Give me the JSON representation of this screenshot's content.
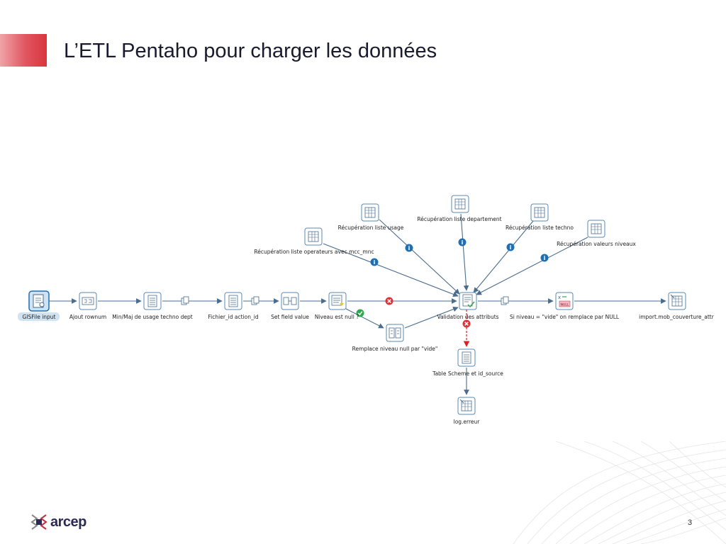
{
  "slide": {
    "title": "L’ETL Pentaho pour charger les données",
    "page_number": "3",
    "logo_text": "arcep"
  },
  "diagram": {
    "steps": [
      {
        "id": "gisfile",
        "label": "GISFile input",
        "icon": "file-input-icon",
        "selected": true
      },
      {
        "id": "ajout",
        "label": "Ajout rownum",
        "icon": "sequence-icon"
      },
      {
        "id": "minmaj",
        "label": "Min/Maj de usage techno dept",
        "icon": "calculator-icon"
      },
      {
        "id": "fichier",
        "label": "Fichier_id action_id",
        "icon": "calculator-icon"
      },
      {
        "id": "setfield",
        "label": "Set field value",
        "icon": "set-field-icon"
      },
      {
        "id": "niveau",
        "label": "Niveau est null ?",
        "icon": "filter-rows-icon"
      },
      {
        "id": "remplace",
        "label": "Remplace niveau null par \"vide\"",
        "icon": "replace-icon"
      },
      {
        "id": "validation",
        "label": "Validation des attributs",
        "icon": "validator-icon"
      },
      {
        "id": "sinull",
        "label": "Si niveau = \"vide\" on remplace par NULL",
        "icon": "null-if-icon"
      },
      {
        "id": "import",
        "label": "import.mob_couverture_attr",
        "icon": "table-output-icon"
      },
      {
        "id": "tablescheme",
        "label": "Table Scheme et id_source",
        "icon": "calculator-icon"
      },
      {
        "id": "logerreur",
        "label": "log.erreur",
        "icon": "table-output-icon"
      },
      {
        "id": "recopera",
        "label": "Récupération liste operateurs avec mcc_mnc",
        "icon": "table-input-icon"
      },
      {
        "id": "recusage",
        "label": "Récupération liste usage",
        "icon": "table-input-icon"
      },
      {
        "id": "recdept",
        "label": "Récupération liste departement",
        "icon": "table-input-icon"
      },
      {
        "id": "rectechno",
        "label": "Récupération liste techno",
        "icon": "table-input-icon"
      },
      {
        "id": "recniv",
        "label": "Récupération valeurs niveaux",
        "icon": "table-input-icon"
      }
    ],
    "hops": [
      {
        "from": "gisfile",
        "to": "ajout"
      },
      {
        "from": "ajout",
        "to": "minmaj"
      },
      {
        "from": "minmaj",
        "to": "fichier",
        "marker": "copy-icon"
      },
      {
        "from": "fichier",
        "to": "setfield",
        "marker": "copy-icon"
      },
      {
        "from": "setfield",
        "to": "niveau"
      },
      {
        "from": "niveau",
        "to": "validation",
        "marker": "false-icon"
      },
      {
        "from": "niveau",
        "to": "remplace",
        "marker": "true-icon"
      },
      {
        "from": "remplace",
        "to": "validation"
      },
      {
        "from": "validation",
        "to": "sinull",
        "marker": "copy-icon"
      },
      {
        "from": "sinull",
        "to": "import"
      },
      {
        "from": "validation",
        "to": "tablescheme",
        "marker": "error-icon",
        "style": "error"
      },
      {
        "from": "tablescheme",
        "to": "logerreur"
      },
      {
        "from": "recopera",
        "to": "validation",
        "marker": "info-icon"
      },
      {
        "from": "recusage",
        "to": "validation",
        "marker": "info-icon"
      },
      {
        "from": "recdept",
        "to": "validation",
        "marker": "info-icon"
      },
      {
        "from": "rectechno",
        "to": "validation",
        "marker": "info-icon"
      },
      {
        "from": "recniv",
        "to": "validation",
        "marker": "info-icon"
      }
    ],
    "colors": {
      "hop": "#4a6c8e",
      "error_hop": "#e02020",
      "info_marker": "#1f6fb5",
      "error_marker": "#e0303a",
      "true_marker": "#2fa84f",
      "node_border": "#5a88b0",
      "selected_bg": "#cfe3f3"
    }
  }
}
